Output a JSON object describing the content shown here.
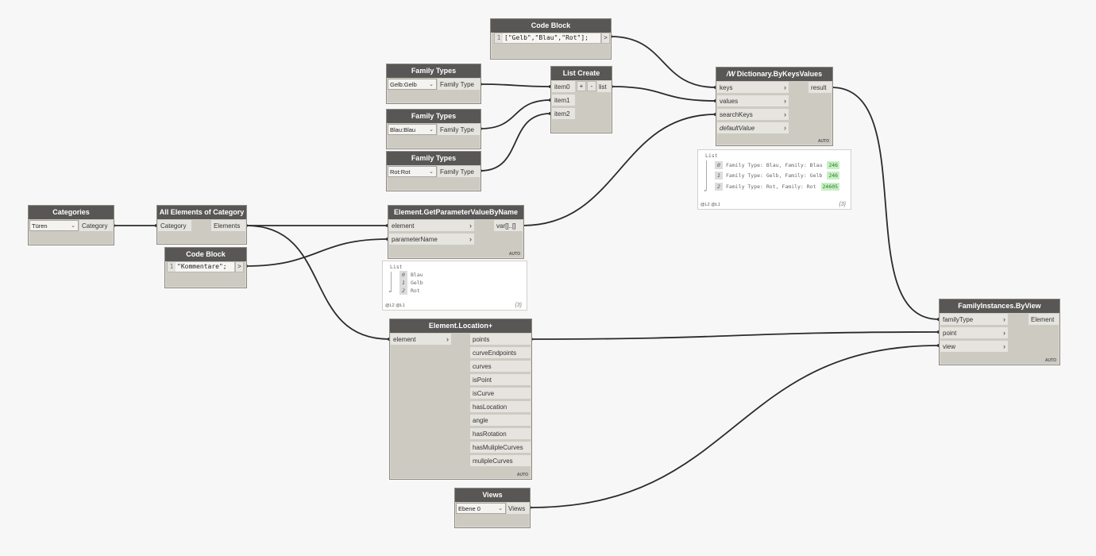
{
  "nodes": {
    "code_block_top": {
      "title": "Code Block",
      "line": "1",
      "code": "[\"Gelb\",\"Blau\",\"Rot\"];",
      "out": ">"
    },
    "family_types_1": {
      "title": "Family Types",
      "value": "Gelb:Gelb",
      "out": "Family Type"
    },
    "family_types_2": {
      "title": "Family Types",
      "value": "Blau:Blau",
      "out": "Family Type"
    },
    "family_types_3": {
      "title": "Family Types",
      "value": "Rot:Rot",
      "out": "Family Type"
    },
    "list_create": {
      "title": "List Create",
      "inputs": [
        "item0",
        "item1",
        "item2"
      ],
      "plus": "+",
      "minus": "-",
      "out": "list"
    },
    "dictionary": {
      "icon_text": "/W",
      "title": "Dictionary.ByKeysValues",
      "inputs": [
        "keys",
        "values",
        "searchKeys",
        "defaultValue"
      ],
      "out": "result",
      "lacing": "AUTO"
    },
    "categories": {
      "title": "Categories",
      "value": "Türen",
      "out": "Category"
    },
    "all_elements": {
      "title": "All Elements of Category",
      "in": "Category",
      "out": "Elements"
    },
    "code_block_mid": {
      "title": "Code Block",
      "line": "1",
      "code": "\"Kommentare\";",
      "out": ">"
    },
    "get_param": {
      "title": "Element.GetParameterValueByName",
      "inputs": [
        "element",
        "parameterName"
      ],
      "out": "var[]..[]",
      "lacing": "AUTO"
    },
    "location": {
      "title": "Element.Location+",
      "in": "element",
      "outputs": [
        "points",
        "curveEndpoints",
        "curves",
        "isPoint",
        "isCurve",
        "hasLocation",
        "angle",
        "hasRotation",
        "hasMulipleCurves",
        "mulipleCurves"
      ],
      "lacing": "AUTO"
    },
    "family_instances": {
      "title": "FamilyInstances.ByView",
      "inputs": [
        "familyType",
        "point",
        "view"
      ],
      "out": "Element",
      "lacing": "AUTO"
    },
    "views": {
      "title": "Views",
      "value": "Ebene 0",
      "out": "Views"
    }
  },
  "previews": {
    "dict_preview": {
      "header": "List",
      "items": [
        {
          "idx": "0",
          "text": "Family Type: Blau, Family: Blau",
          "id": "246"
        },
        {
          "idx": "1",
          "text": "Family Type: Gelb, Family: Gelb",
          "id": "246"
        },
        {
          "idx": "2",
          "text": "Family Type: Rot, Family: Rot",
          "id": "24605"
        }
      ],
      "levels": "@L2 @L1",
      "count": "{3}"
    },
    "param_preview": {
      "header": "List",
      "items": [
        {
          "idx": "0",
          "text": "Blau"
        },
        {
          "idx": "1",
          "text": "Gelb"
        },
        {
          "idx": "2",
          "text": "Rot"
        }
      ],
      "levels": "@L2 @L1",
      "count": "{3}"
    }
  },
  "colors": {
    "canvas": "#f7f7f7",
    "node_body": "#cdcac2",
    "node_header": "#585755",
    "wire": "#2b2b2b",
    "id_badge": "#c8f0c4"
  }
}
